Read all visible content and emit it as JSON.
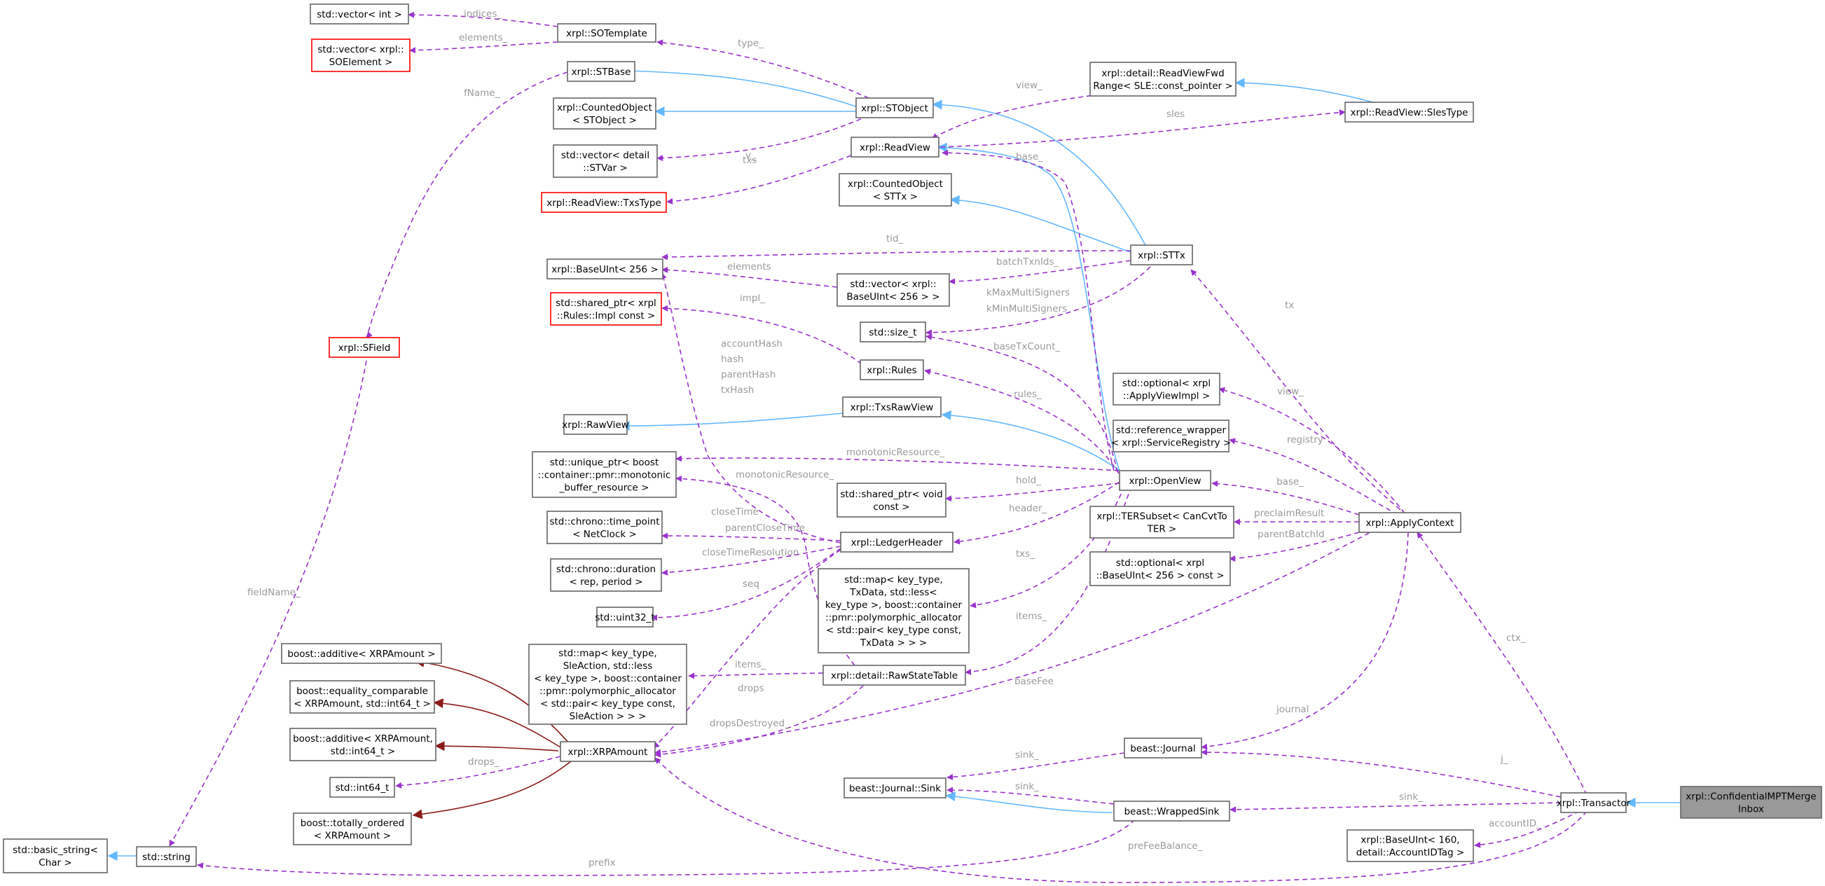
{
  "colors": {
    "node_border": "#666666",
    "undocumented_border": "#ff0000",
    "focus_fill": "#999999",
    "usage_edge": "#9a32cd",
    "inheritance_edge": "#63b8ff",
    "template_edge": "#8b1a1a",
    "edge_label": "#9a9a9a"
  },
  "nodes": {
    "vector_int": [
      "std::vector< int >"
    ],
    "sotemplate": [
      "xrpl::SOTemplate"
    ],
    "vector_soelement": [
      "std::vector< xrpl::",
      "SOElement >"
    ],
    "stbase": [
      "xrpl::STBase"
    ],
    "countedobject_stobject": [
      "xrpl::CountedObject",
      "< STObject >"
    ],
    "stobject": [
      "xrpl::STObject"
    ],
    "vector_stvar": [
      "std::vector< detail",
      "::STVar >"
    ],
    "readview": [
      "xrpl::ReadView"
    ],
    "readview_txstype": [
      "xrpl::ReadView::TxsType"
    ],
    "readviewfwdrange": [
      "xrpl::detail::ReadViewFwd",
      "Range< SLE::const_pointer >"
    ],
    "readview_slestype": [
      "xrpl::ReadView::SlesType"
    ],
    "countedobject_sttx": [
      "xrpl::CountedObject",
      "< STTx >"
    ],
    "sttx": [
      "xrpl::STTx"
    ],
    "baseuint256": [
      "xrpl::BaseUInt< 256 >"
    ],
    "vector_baseuint": [
      "std::vector< xrpl::",
      "BaseUInt< 256 > >"
    ],
    "sharedptr_rules_impl": [
      "std::shared_ptr< xrpl",
      "::Rules::Impl const >"
    ],
    "size_t": [
      "std::size_t"
    ],
    "sfield": [
      "xrpl::SField"
    ],
    "rules": [
      "xrpl::Rules"
    ],
    "rawview": [
      "xrpl::RawView"
    ],
    "txsrawview": [
      "xrpl::TxsRawView"
    ],
    "optional_applyviewimpl": [
      "std::optional< xrpl",
      "::ApplyViewImpl >"
    ],
    "refwrapper_registry": [
      "std::reference_wrapper",
      "< xrpl::ServiceRegistry >"
    ],
    "uniqueptr_monotonic": [
      "std::unique_ptr< boost",
      "::container::pmr::monotonic",
      "_buffer_resource >"
    ],
    "openview": [
      "xrpl::OpenView"
    ],
    "sharedptr_void": [
      "std::shared_ptr< void",
      "const >"
    ],
    "tersubset": [
      "xrpl::TERSubset< CanCvtTo",
      "TER >"
    ],
    "applycontext": [
      "xrpl::ApplyContext"
    ],
    "timepoint": [
      "std::chrono::time_point",
      "< NetClock >"
    ],
    "ledgerheader": [
      "xrpl::LedgerHeader"
    ],
    "optional_baseuint": [
      "std::optional< xrpl",
      "::BaseUInt< 256 > const >"
    ],
    "duration": [
      "std::chrono::duration",
      "< rep, period >"
    ],
    "map_txdata": [
      "std::map< key_type,",
      "TxData, std::less<",
      "key_type >, boost::container",
      "::pmr::polymorphic_allocator",
      "< std::pair< key_type const,",
      "TxData > > >"
    ],
    "uint32": [
      "std::uint32_t"
    ],
    "boost_additive": [
      "boost::additive< XRPAmount >"
    ],
    "map_sleaction": [
      "std::map< key_type,",
      "SleAction, std::less",
      "< key_type >, boost::container",
      "::pmr::polymorphic_allocator",
      "< std::pair< key_type const,",
      "SleAction > > >"
    ],
    "rawstatetable": [
      "xrpl::detail::RawStateTable"
    ],
    "boost_eq": [
      "boost::equality_comparable",
      "< XRPAmount, std::int64_t >"
    ],
    "boost_additive2": [
      "boost::additive< XRPAmount,",
      "std::int64_t >"
    ],
    "xrpamount": [
      "xrpl::XRPAmount"
    ],
    "journal": [
      "beast::Journal"
    ],
    "int64": [
      "std::int64_t"
    ],
    "journal_sink": [
      "beast::Journal::Sink"
    ],
    "wrappedsink": [
      "beast::WrappedSink"
    ],
    "transactor": [
      "xrpl::Transactor"
    ],
    "confidential": [
      "xrpl::ConfidentialMPTMerge",
      "Inbox"
    ],
    "boost_totally": [
      "boost::totally_ordered",
      "< XRPAmount >"
    ],
    "basic_string": [
      "std::basic_string<",
      "Char >"
    ],
    "std_string": [
      "std::string"
    ],
    "baseuint160": [
      "xrpl::BaseUInt< 160,",
      "detail::AccountIDTag >"
    ]
  },
  "edge_labels": {
    "indices": "indices_",
    "elements_so": "elements_",
    "type": "type_",
    "fname": "fName_",
    "v": "v_",
    "txs_rv": "txs",
    "view": "view_",
    "sles": "sles",
    "base_rv": "base_",
    "tid": "tid_",
    "batchtxnids": "batchTxnIds_",
    "elements_vb": "elements",
    "kmax": "kMaxMultiSigners",
    "kmin": "kMinMultiSigners",
    "impl": "impl_",
    "hashes": [
      "accountHash",
      "hash",
      "parentHash",
      "txHash"
    ],
    "basetxcount": "baseTxCount_",
    "rules": "rules_",
    "tx": "tx",
    "view_ac": "view_",
    "registry": "registry",
    "monotonic_ov": "monotonicResource_",
    "monotonic_rst": "monotonicResource_",
    "hold": "hold_",
    "base_ac": "base_",
    "header": "header_",
    "preclaim": "preclaimResult",
    "closetime": "closeTime",
    "parentclosetime": "parentCloseTime",
    "parentbatchid": "parentBatchId",
    "closetimeresolution": "closeTimeResolution",
    "txs_ov": "txs_",
    "seq": "seq",
    "fieldname": "fieldName_",
    "items_ov": "items_",
    "items_rst": "items_",
    "drops_lh": "drops",
    "basefee": "baseFee",
    "ctx": "ctx_",
    "dropsdestroyed": "dropsDestroyed_",
    "drops_int": "drops_",
    "journal": "journal",
    "sink_j": "sink_",
    "sink_ws": "sink_",
    "j": "j_",
    "sink_tr": "sink_",
    "accountid": "accountID_",
    "prefeebalance": "preFeeBalance_",
    "prefix": "prefix"
  }
}
